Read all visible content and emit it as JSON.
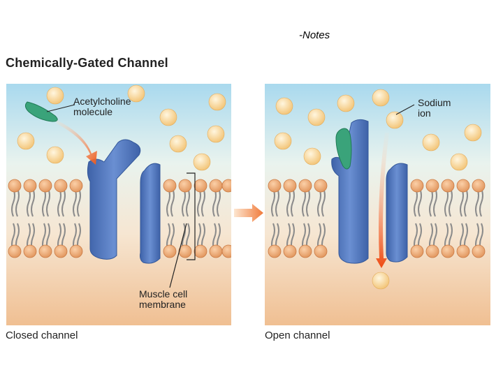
{
  "slide": {
    "notes_label": "-Notes",
    "title": "Chemically-Gated Channel"
  },
  "closed_panel": {
    "acetylcholine_label_line1": "Acetylcholine",
    "acetylcholine_label_line2": "molecule",
    "membrane_label_line1": "Muscle cell",
    "membrane_label_line2": "membrane",
    "caption": "Closed channel"
  },
  "open_panel": {
    "sodium_label_line1": "Sodium",
    "sodium_label_line2": "ion",
    "caption": "Open channel"
  },
  "colors": {
    "sky": "#bfe3f2",
    "lower": "#f1c49a",
    "lipid_head": "#f2b27a",
    "protein": "#5a80c4",
    "acetylcholine": "#3aa37a",
    "sodium_ion": "#f7d38c",
    "arrow": "#f07a3a"
  }
}
